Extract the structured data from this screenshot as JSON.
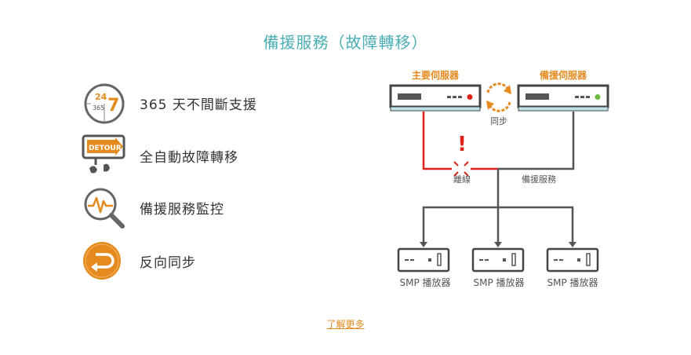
{
  "title": "備援服務（故障轉移）",
  "features": [
    {
      "label": "365 天不間斷支援",
      "icon": "clock-24-7-icon",
      "icon_text_top": "24",
      "icon_text_big": "7",
      "icon_text_bottom": "365"
    },
    {
      "label": "全自動故障轉移",
      "icon": "detour-sign-icon",
      "icon_text": "DETOUR"
    },
    {
      "label": "備援服務監控",
      "icon": "magnifier-pulse-icon"
    },
    {
      "label": "反向同步",
      "icon": "reverse-arrow-icon"
    }
  ],
  "diagram": {
    "primary_server_label": "主要伺服器",
    "backup_server_label": "備援伺服器",
    "sync_label": "同步",
    "disconnect_label": "離線",
    "failover_label": "備援服務",
    "alert_mark": "!",
    "players": [
      "SMP 播放器",
      "SMP 播放器",
      "SMP 播放器"
    ],
    "colors": {
      "accent": "#e58a1f",
      "fault": "#e0211b",
      "line": "#555555",
      "server_base": "#bfe3ea",
      "ok": "#6dbb3c"
    }
  },
  "more_link": "了解更多"
}
